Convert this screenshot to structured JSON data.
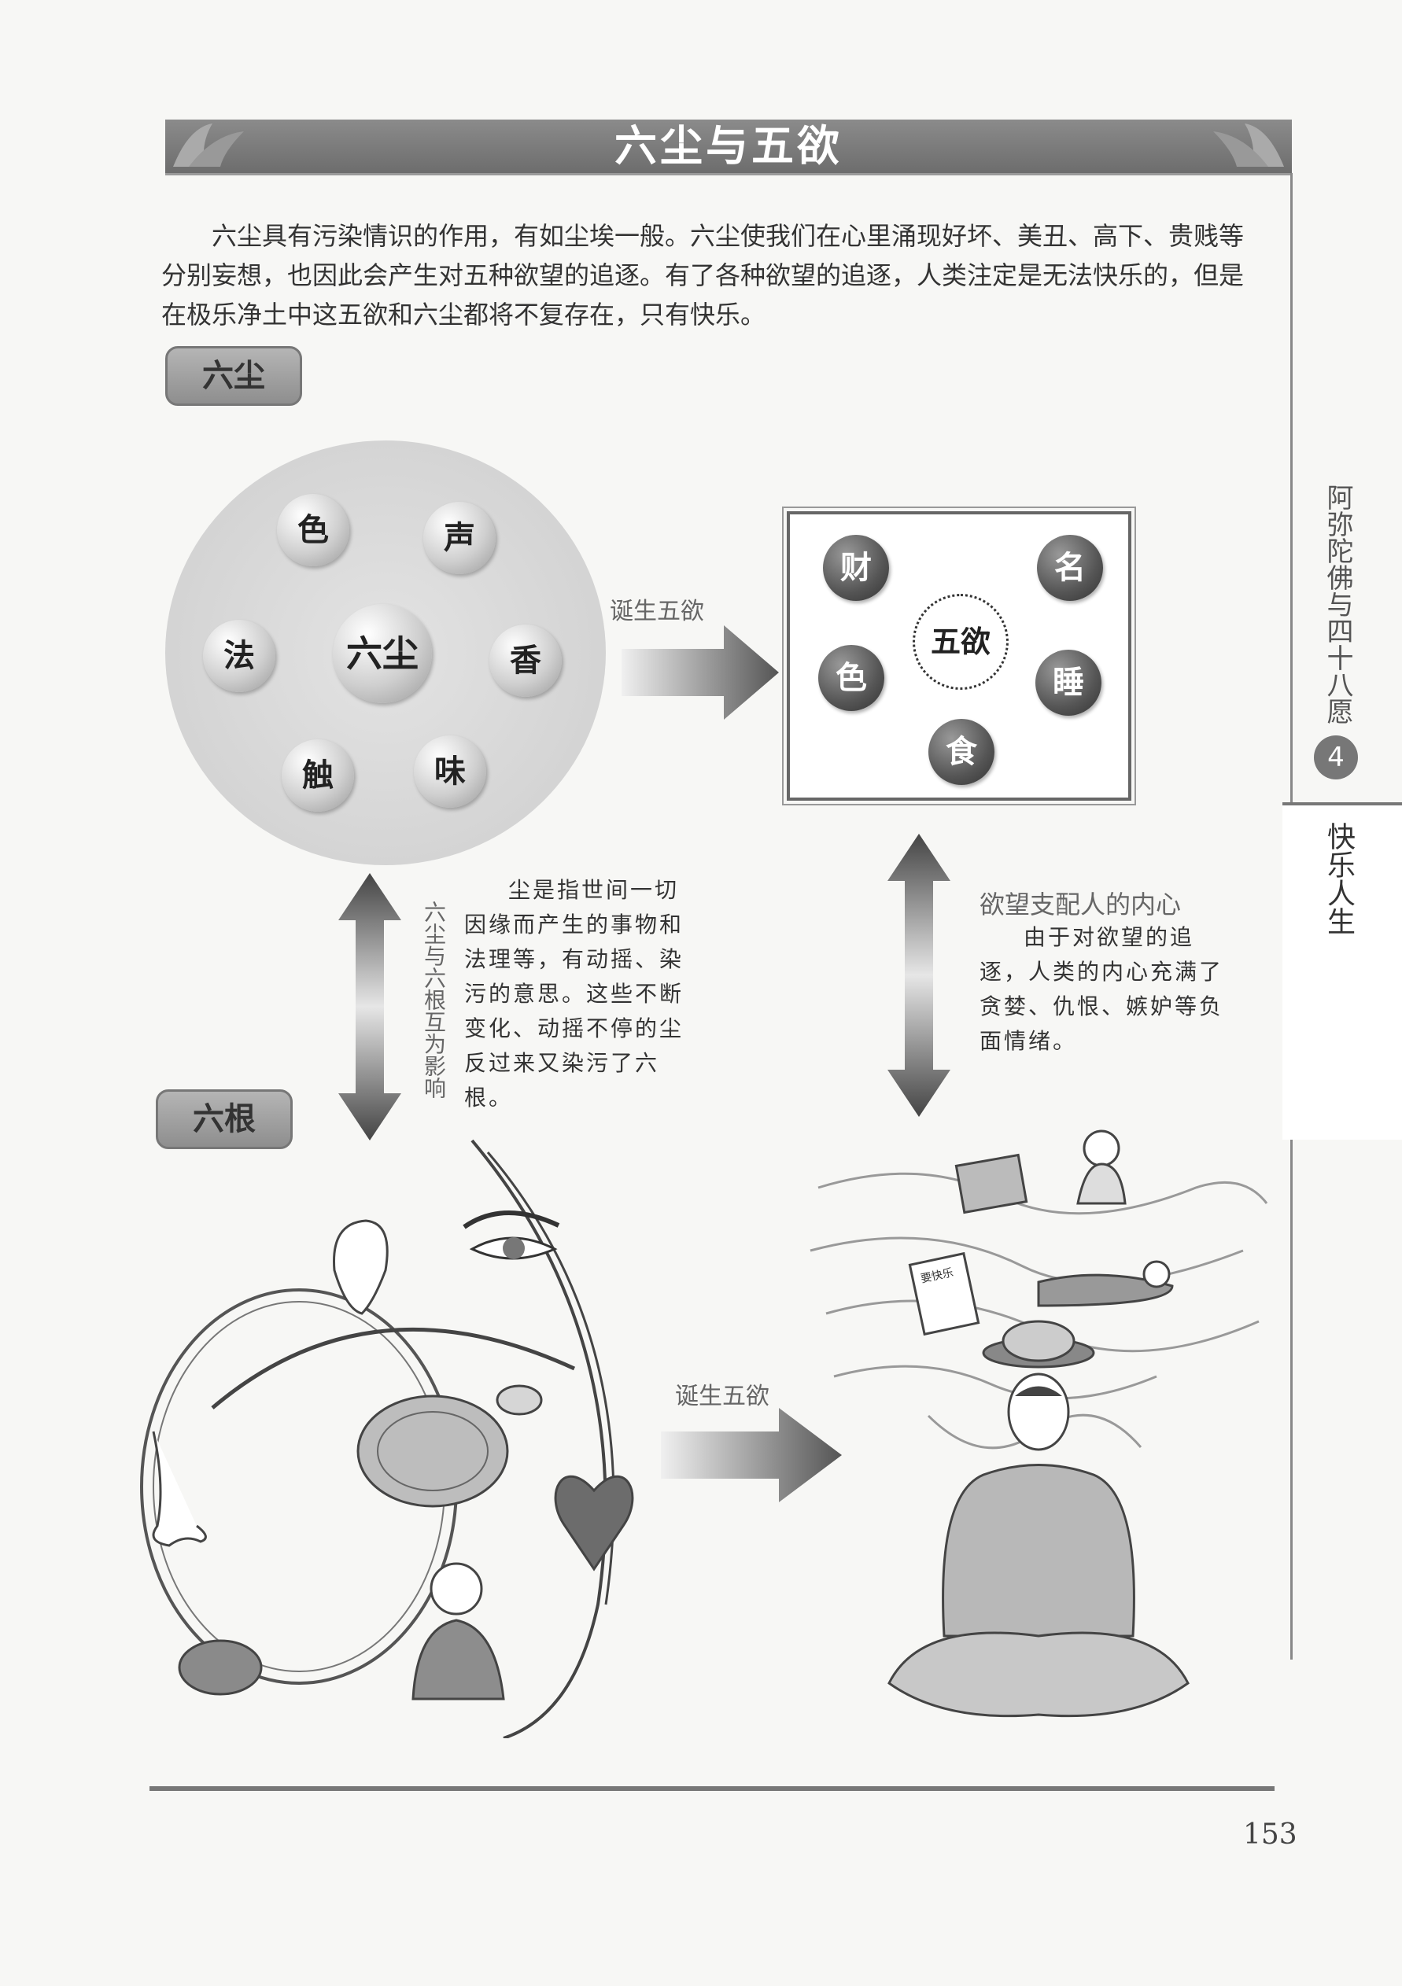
{
  "page": {
    "title": "六尘与五欲",
    "intro": "六尘具有污染情识的作用，有如尘埃一般。六尘使我们在心里涌现好坏、美丑、高下、贵贱等分别妄想，也因此会产生对五种欲望的追逐。有了各种欲望的追逐，人类注定是无法快乐的，但是在极乐净土中这五欲和六尘都将不复存在，只有快乐。",
    "page_number": "153"
  },
  "sidebar": {
    "book_title": "阿弥陀佛与四十八愿",
    "chapter_number": "4",
    "section": "快乐人生"
  },
  "six_dusts": {
    "label": "六尘",
    "center": "六尘",
    "items": [
      "色",
      "声",
      "香",
      "味",
      "触",
      "法"
    ]
  },
  "five_desires": {
    "center": "五欲",
    "items": [
      "财",
      "名",
      "色",
      "睡",
      "食"
    ]
  },
  "arrows": {
    "top": "诞生五欲",
    "bottom": "诞生五欲",
    "left_vertical": "六尘与六根互为影响"
  },
  "six_roots": {
    "label": "六根"
  },
  "notes": {
    "left": "尘是指世间一切因缘而产生的事物和法理等，有动摇、染污的意思。这些不断变化、动摇不停的尘反过来又染污了六根。",
    "right_heading": "欲望支配人的内心",
    "right": "由于对欲望的追逐，人类的内心充满了贪婪、仇恨、嫉妒等负面情绪。"
  },
  "illustration_text": {
    "book_cover": "要快乐"
  }
}
